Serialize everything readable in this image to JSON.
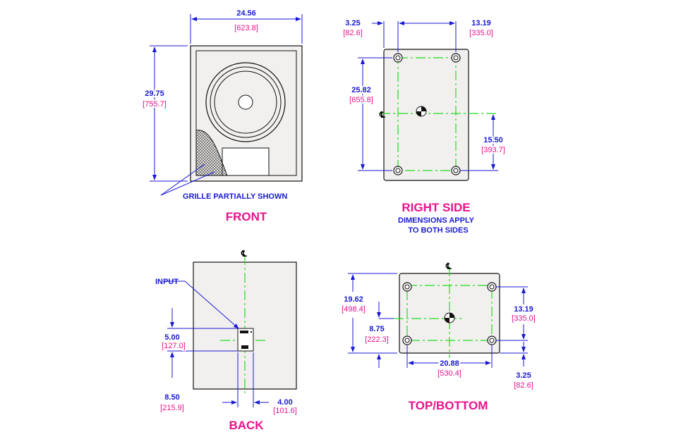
{
  "views": {
    "front": {
      "title": "FRONT",
      "width_in": "24.56",
      "width_mm": "[623.8]",
      "height_in": "29.75",
      "height_mm": "[755.7]",
      "note": "GRILLE PARTIALLY SHOWN"
    },
    "right_side": {
      "title": "RIGHT SIDE",
      "subtitle_line1": "DIMENSIONS APPLY",
      "subtitle_line2": "TO BOTH SIDES",
      "offset_in": "3.25",
      "offset_mm": "[82.6]",
      "spacing_in": "13.19",
      "spacing_mm": "[335.0]",
      "height_in": "25.82",
      "height_mm": "[655.8]",
      "cg_in": "15.50",
      "cg_mm": "[393.7]"
    },
    "back": {
      "title": "BACK",
      "input_label": "INPUT",
      "v1_in": "5.00",
      "v1_mm": "[127.0]",
      "v2_in": "8.50",
      "v2_mm": "[215.9]",
      "h1_in": "4.00",
      "h1_mm": "[101.6]"
    },
    "top_bottom": {
      "title": "TOP/BOTTOM",
      "depth_in": "19.62",
      "depth_mm": "[498.4]",
      "cg_in": "8.75",
      "cg_mm": "[222.3]",
      "spacing_in": "13.19",
      "spacing_mm": "[335.0]",
      "width_in": "20.88",
      "width_mm": "[530.4]",
      "offset_in": "3.25",
      "offset_mm": "[82.6]"
    }
  },
  "centerline_symbol": "℄",
  "colors": {
    "dimension": "#1a1ad6",
    "metric": "#e8128c",
    "title": "#e8128c",
    "centerline": "#22dd22"
  }
}
